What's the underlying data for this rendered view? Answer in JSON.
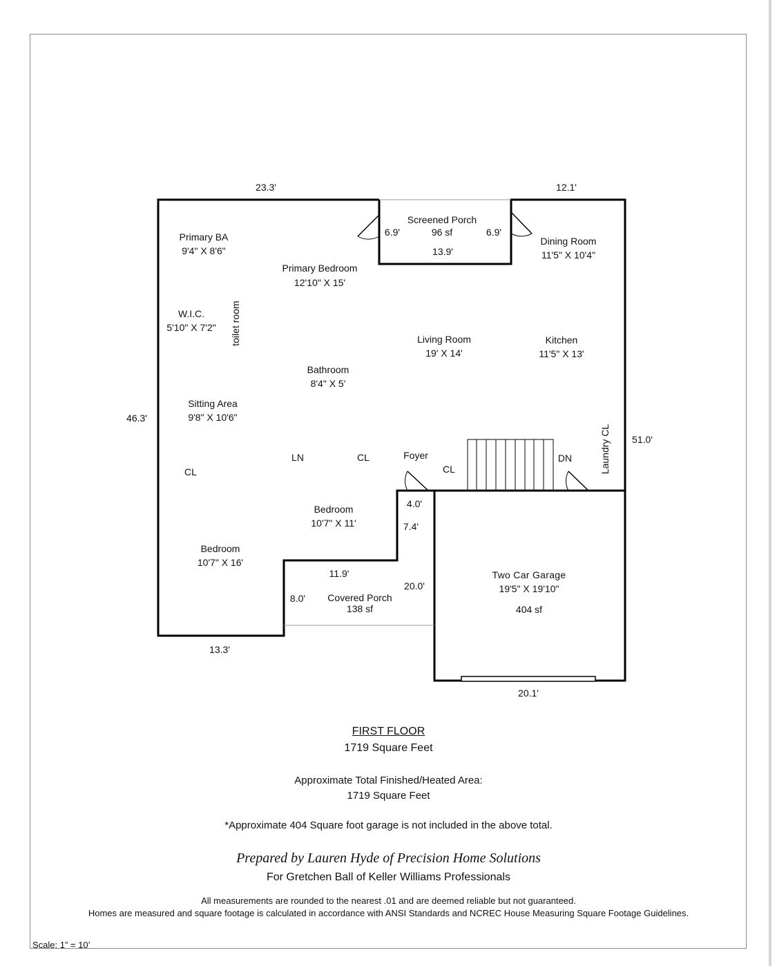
{
  "rooms": {
    "primary_ba": {
      "name": "Primary BA",
      "size": "9'4\" X 8'6\""
    },
    "primary_bedroom": {
      "name": "Primary Bedroom",
      "size": "12'10\" X 15'"
    },
    "screened_porch": {
      "name": "Screened Porch",
      "area": "96 sf"
    },
    "dining_room": {
      "name": "Dining Room",
      "size": "11'5\" X 10'4\""
    },
    "wic": {
      "name": "W.I.C.",
      "size": "5'10\" X 7'2\""
    },
    "toilet_room": {
      "name": "toilet room"
    },
    "living_room": {
      "name": "Living Room",
      "size": "19' X 14'"
    },
    "kitchen": {
      "name": "Kitchen",
      "size": "11'5\" X 13'"
    },
    "bathroom": {
      "name": "Bathroom",
      "size": "8'4\" X 5'"
    },
    "sitting_area": {
      "name": "Sitting Area",
      "size": "9'8\" X 10'6\""
    },
    "laundry_cl": {
      "name": "Laundry CL"
    },
    "ln": {
      "name": "LN"
    },
    "cl_mid": {
      "name": "CL"
    },
    "foyer": {
      "name": "Foyer"
    },
    "cl_foyer": {
      "name": "CL"
    },
    "dn": {
      "name": "DN"
    },
    "cl_left": {
      "name": "CL"
    },
    "bedroom_mid": {
      "name": "Bedroom",
      "size": "10'7\" X 11'"
    },
    "bedroom_left": {
      "name": "Bedroom",
      "size": "10'7\" X 16'"
    },
    "garage": {
      "name": "Two Car Garage",
      "size": "19'5\" X 19'10\"",
      "area": "404 sf"
    },
    "covered_porch": {
      "name": "Covered Porch",
      "area": "138 sf"
    }
  },
  "dimensions": {
    "top_left": "23.3'",
    "top_right": "12.1'",
    "porch_left": "6.9'",
    "porch_right": "6.9'",
    "porch_width": "13.9'",
    "left_side": "46.3'",
    "right_side": "51.0'",
    "foyer_step": "4.0'",
    "foyer_depth": "7.4'",
    "covered_width": "11.9'",
    "covered_depth": "20.0'",
    "covered_side": "8.0'",
    "bottom_left": "13.3'",
    "garage_width": "20.1'"
  },
  "summary": {
    "floor_title": "FIRST FLOOR",
    "floor_area": "1719 Square Feet",
    "total_label": "Approximate Total Finished/Heated Area:",
    "total_area": "1719 Square Feet",
    "garage_note": "*Approximate 404 Square foot garage is not included in the above total.",
    "prepared_by": "Prepared by Lauren Hyde of Precision Home Solutions",
    "prepared_for": "For Gretchen Ball of Keller Williams Professionals",
    "disclaimer_1": "All measurements are rounded to the nearest .01 and are deemed reliable but not guaranteed.",
    "disclaimer_2": "Homes are measured and square footage is calculated in accordance with ANSI Standards and NCREC House Measuring Square Footage Guidelines.",
    "scale": "Scale: 1” = 10’"
  }
}
